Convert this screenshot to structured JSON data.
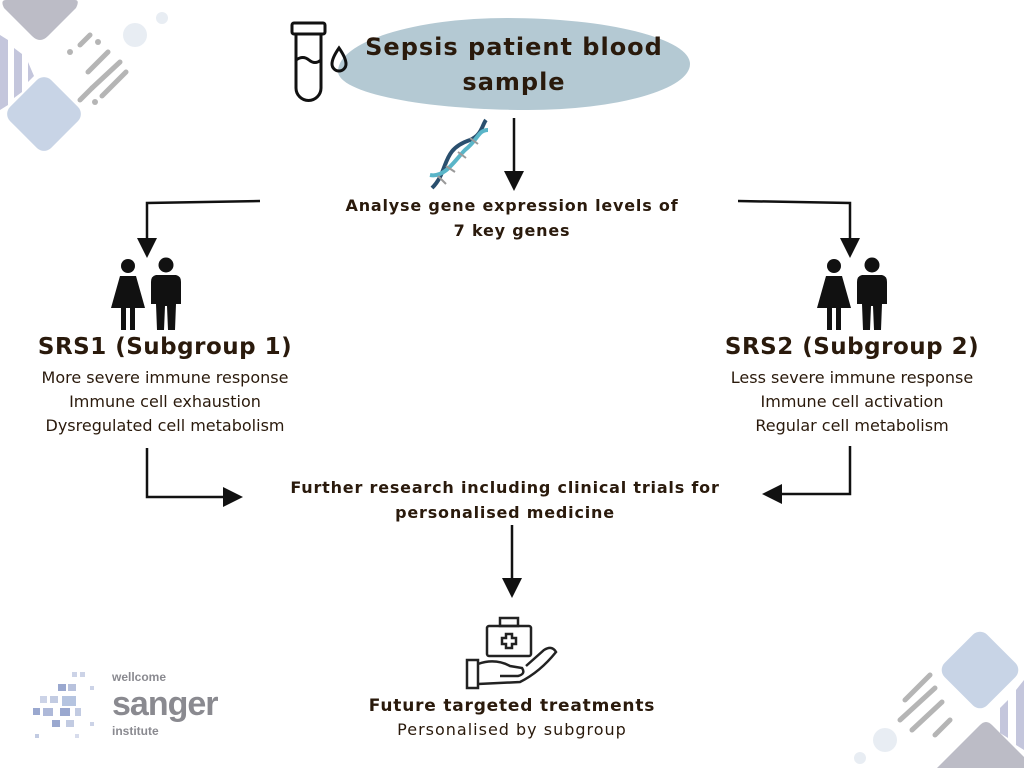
{
  "top": {
    "title_line1": "Sepsis patient blood",
    "title_line2": "sample"
  },
  "analyse": {
    "line1": "Analyse gene expression levels of",
    "line2": "7 key genes"
  },
  "srs1": {
    "title": "SRS1 (Subgroup 1)",
    "lines": [
      "More severe immune response",
      "Immune cell exhaustion",
      "Dysregulated cell metabolism"
    ]
  },
  "srs2": {
    "title": "SRS2 (Subgroup 2)",
    "lines": [
      "Less severe immune response",
      "Immune cell activation",
      "Regular cell metabolism"
    ]
  },
  "research": {
    "line1": "Further research including clinical trials for",
    "line2": "personalised medicine"
  },
  "outcome": {
    "title": "Future targeted treatments",
    "subtitle": "Personalised by subgroup"
  },
  "logo": {
    "line1": "wellcome",
    "line2": "sanger",
    "line3": "institute"
  },
  "colors": {
    "pill": "#b4c9d3",
    "text": "#2a1a0c"
  }
}
